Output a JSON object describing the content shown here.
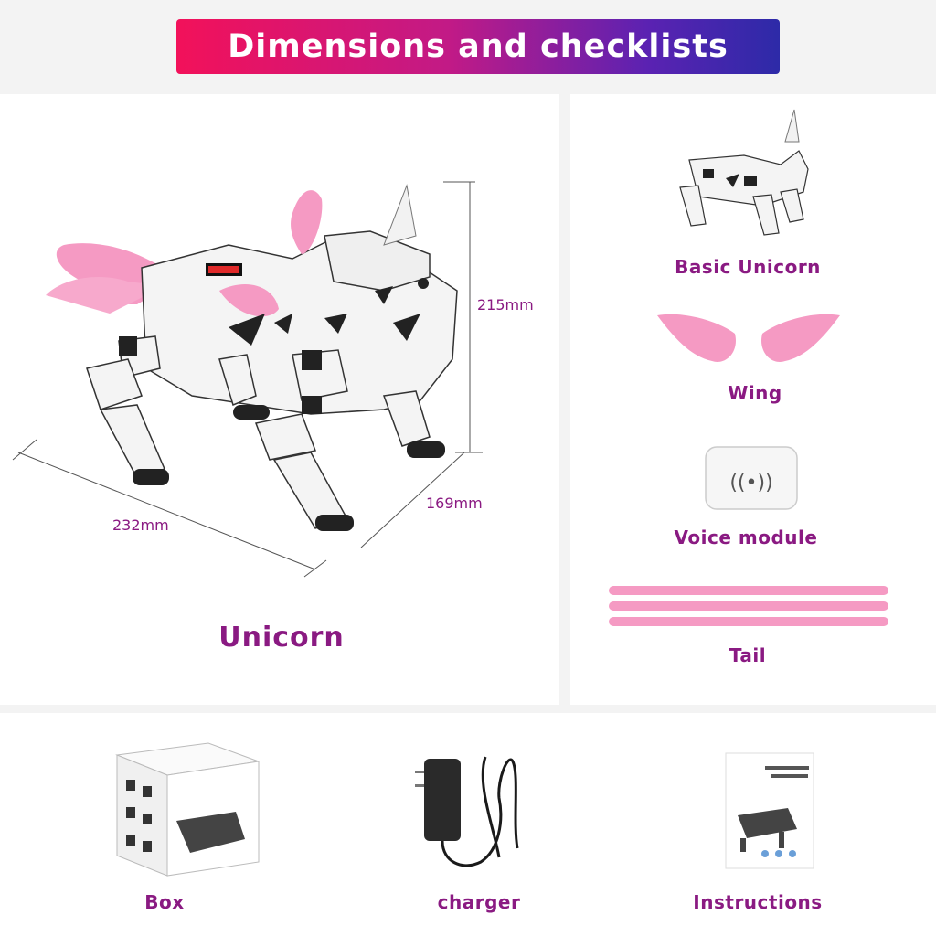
{
  "banner": {
    "title": "Dimensions and checklists"
  },
  "main": {
    "product_label": "Unicorn",
    "dimensions": {
      "height": "215mm",
      "length": "232mm",
      "width": "169mm"
    }
  },
  "checklist_side": [
    {
      "label": "Basic Unicorn",
      "icon": "robot-dog-icon"
    },
    {
      "label": "Wing",
      "icon": "wings-icon"
    },
    {
      "label": "Voice module",
      "icon": "voice-module-icon"
    },
    {
      "label": "Tail",
      "icon": "tail-icon"
    }
  ],
  "checklist_bottom": [
    {
      "label": "Box",
      "icon": "box-icon"
    },
    {
      "label": "charger",
      "icon": "charger-icon"
    },
    {
      "label": "Instructions",
      "icon": "manual-icon"
    }
  ],
  "colors": {
    "accent_text": "#8a1a82",
    "pink": "#f59ac3",
    "banner_start": "#f2115a",
    "banner_end": "#2d2aa8"
  }
}
